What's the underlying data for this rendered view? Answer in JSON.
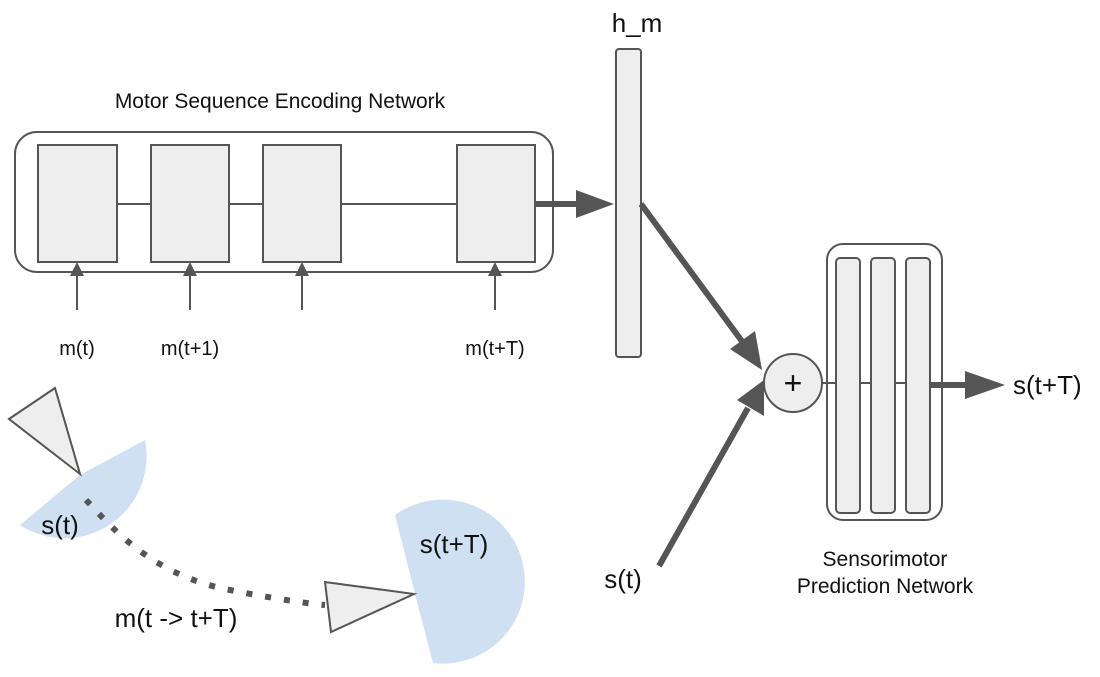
{
  "encoder": {
    "title": "Motor Sequence Encoding Network",
    "inputs": [
      "m(t)",
      "m(t+1)",
      "",
      "m(t+T)"
    ]
  },
  "hidden": {
    "label": "h_m"
  },
  "predictor": {
    "title_line1": "Sensorimotor",
    "title_line2": "Prediction Network",
    "combine_symbol": "+",
    "output_label": "s(t+T)",
    "state_input_label": "s(t)"
  },
  "illustration": {
    "state_start": "s(t)",
    "state_end": "s(t+T)",
    "motion_label": "m(t -> t+T)"
  }
}
